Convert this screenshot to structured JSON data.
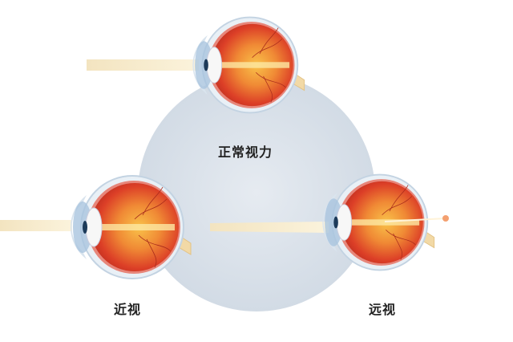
{
  "labels": {
    "normal": "正常视力",
    "myopia": "近视",
    "hyperopia": "远视"
  },
  "colors": {
    "background_disc": "#dde4ec",
    "eyeball": "#e2452a",
    "inner_glow": "#f6b23a",
    "sclera_shell": "#c9dbe8",
    "light_beam": "#f6e7c4"
  }
}
